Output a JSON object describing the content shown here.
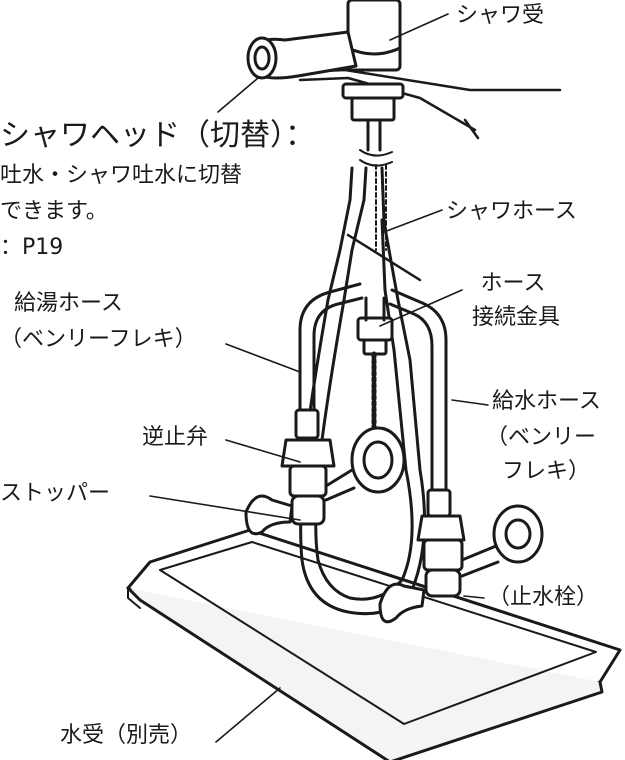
{
  "labels": {
    "shower_receiver": "シャワ受",
    "shower_head": "シャワヘッド（切替）：",
    "shower_head_desc1": "吐水・シャワ吐水に切替",
    "shower_head_desc2": "できます。",
    "shower_head_ref": "：P19",
    "shower_hose": "シャワホース",
    "hose_connector1": "ホース",
    "hose_connector2": "接続金具",
    "hot_hose1": "給湯ホース",
    "hot_hose2": "（ベンリーフレキ）",
    "check_valve": "逆止弁",
    "stopper": "ストッパー",
    "cold_hose1": "給水ホース",
    "cold_hose2": "（ベンリー",
    "cold_hose3": "フレキ）",
    "stop_valve": "（止水栓）",
    "drip_tray": "水受（別売）"
  }
}
